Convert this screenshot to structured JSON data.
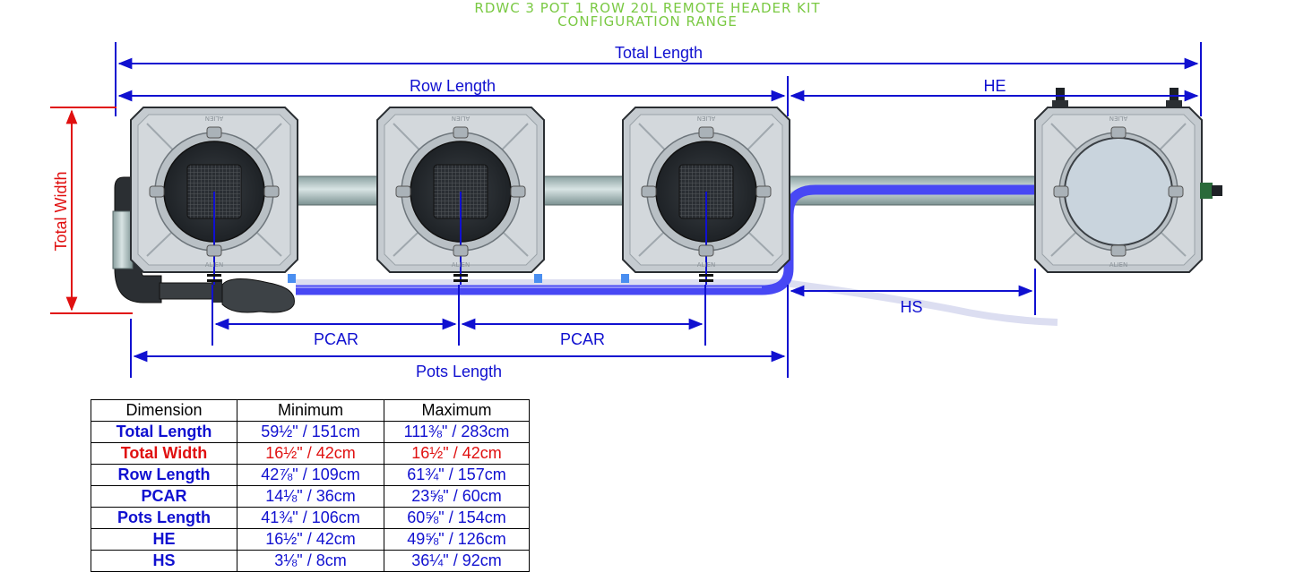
{
  "title": {
    "line1": "RDWC 3 POT 1 ROW 20L REMOTE HEADER KIT",
    "line2": "CONFIGURATION RANGE"
  },
  "labels": {
    "total_length": "Total Length",
    "row_length": "Row Length",
    "he": "HE",
    "total_width": "Total Width",
    "hs": "HS",
    "pcar_1": "PCAR",
    "pcar_2": "PCAR",
    "pots_length": "Pots Length"
  },
  "colors": {
    "title": "#7ac943",
    "dimension_blue": "#1010d0",
    "dimension_red": "#e01010",
    "pot_body": "#c7cdd2",
    "pipe": "#a6b8b8",
    "tube_blue": "#4040f0",
    "tube_clear": "#d6d8ec"
  },
  "pot_brand": "ALIEN",
  "table": {
    "headers": [
      "Dimension",
      "Minimum",
      "Maximum"
    ],
    "rows": [
      {
        "name": "Total Length",
        "min": "59½\" / 151cm",
        "max": "111⅜\" / 283cm",
        "color": "#1010d0"
      },
      {
        "name": "Total Width",
        "min": "16½\" / 42cm",
        "max": "16½\" / 42cm",
        "color": "#e01010"
      },
      {
        "name": "Row Length",
        "min": "42⅞\" / 109cm",
        "max": "61¾\" / 157cm",
        "color": "#1010d0"
      },
      {
        "name": "PCAR",
        "min": "14⅛\" / 36cm",
        "max": "23⅝\" / 60cm",
        "color": "#1010d0"
      },
      {
        "name": "Pots Length",
        "min": "41¾\" / 106cm",
        "max": "60⅝\" / 154cm",
        "color": "#1010d0"
      },
      {
        "name": "HE",
        "min": "16½\" / 42cm",
        "max": "49⅝\" / 126cm",
        "color": "#1010d0"
      },
      {
        "name": "HS",
        "min": "3⅛\" / 8cm",
        "max": "36¼\" / 92cm",
        "color": "#1010d0"
      }
    ]
  }
}
